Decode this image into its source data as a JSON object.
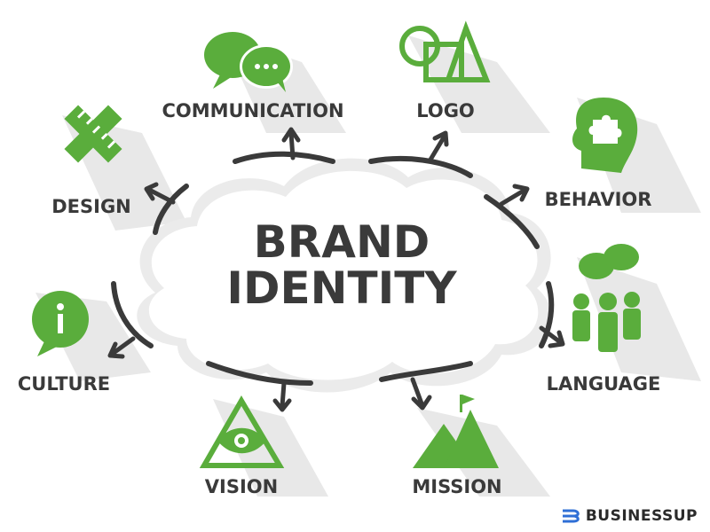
{
  "title": {
    "line1": "BRAND",
    "line2": "IDENTITY"
  },
  "nodes": {
    "communication": "COMMUNICATION",
    "logo": "LOGO",
    "design": "DESIGN",
    "behavior": "BEHAVIOR",
    "culture": "CULTURE",
    "language": "LANGUAGE",
    "vision": "VISION",
    "mission": "MISSION"
  },
  "watermark": "BUSINESSUP",
  "colors": {
    "accent": "#5aad3c",
    "text": "#3a3a3a",
    "shadow": "#e6e6e6"
  }
}
